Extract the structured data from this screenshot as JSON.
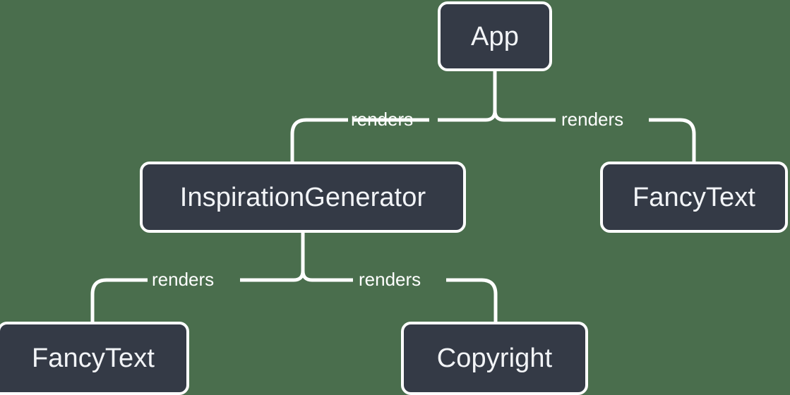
{
  "diagram": {
    "type": "component-tree",
    "background_color": "#4a6e4d",
    "node_fill_color": "#343a46",
    "node_border_color": "#ffffff",
    "label_color": "#ffffff",
    "nodes": [
      {
        "id": "app",
        "label": "App"
      },
      {
        "id": "inspiration_generator",
        "label": "InspirationGenerator"
      },
      {
        "id": "fancytext_right",
        "label": "FancyText"
      },
      {
        "id": "fancytext_left",
        "label": "FancyText"
      },
      {
        "id": "copyright",
        "label": "Copyright"
      }
    ],
    "edges": [
      {
        "from": "app",
        "to": "inspiration_generator",
        "label": "renders"
      },
      {
        "from": "app",
        "to": "fancytext_right",
        "label": "renders"
      },
      {
        "from": "inspiration_generator",
        "to": "fancytext_left",
        "label": "renders"
      },
      {
        "from": "inspiration_generator",
        "to": "copyright",
        "label": "renders"
      }
    ]
  }
}
